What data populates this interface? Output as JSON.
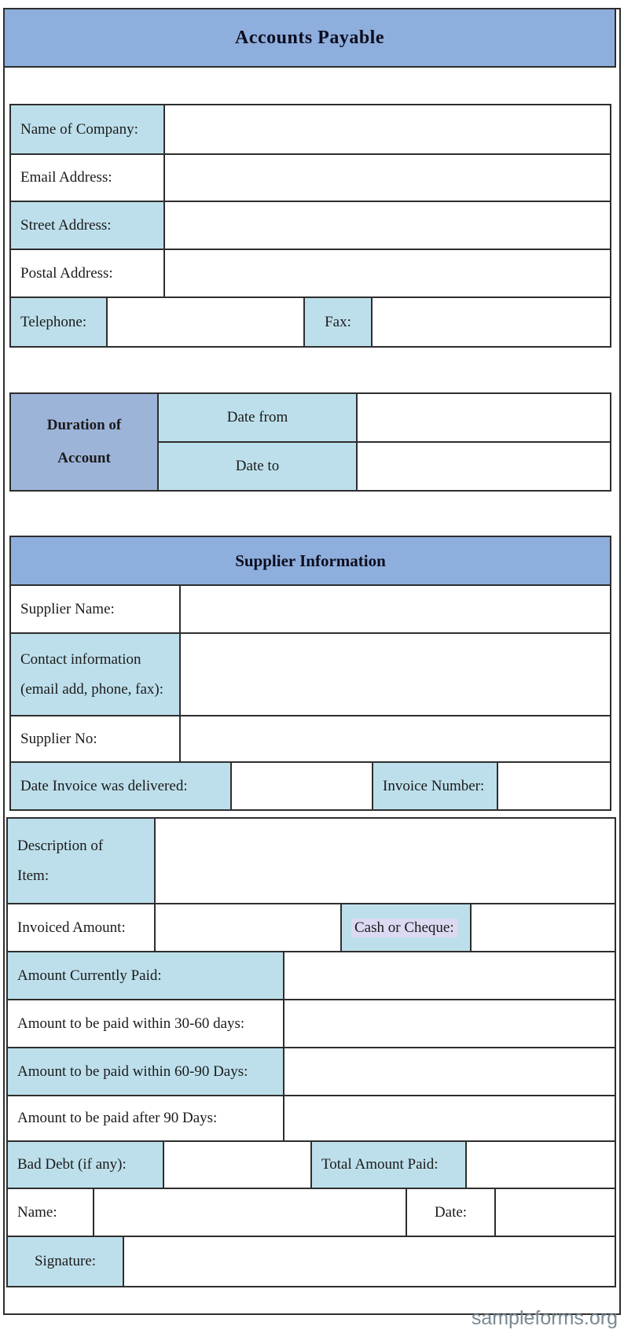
{
  "form_title": "Accounts Payable",
  "watermark": "sampleforms.org",
  "colors": {
    "title_bar_blue": "#8eafdd",
    "section_header_blue": "#8eafdd",
    "duration_cell_blue": "#9db4d9",
    "label_cell_blue": "#bddfeb",
    "cash_or_cheque_highlight": "#dcdaf2",
    "border_dark": "#2e2e2e",
    "watermark_gray": "#7a8a93"
  },
  "company_section": {
    "name_label": "Name of Company:",
    "email_label": "Email Address:",
    "street_label": "Street Address:",
    "postal_label": "Postal Address:",
    "telephone_label": "Telephone:",
    "fax_label": "Fax:",
    "values": {
      "name": "",
      "email": "",
      "street": "",
      "postal": "",
      "telephone": "",
      "fax": ""
    }
  },
  "duration_section": {
    "title_line1": "Duration of",
    "title_line2": "Account",
    "date_from_label": "Date from",
    "date_to_label": "Date to",
    "values": {
      "date_from": "",
      "date_to": ""
    }
  },
  "supplier_section": {
    "header": "Supplier Information",
    "name_label": "Supplier Name:",
    "contact_label_line1": "Contact information",
    "contact_label_line2": "(email add, phone, fax):",
    "number_label": "Supplier No:",
    "invoice_delivered_label": "Date Invoice was delivered:",
    "invoice_number_label": "Invoice Number:",
    "values": {
      "name": "",
      "contact": "",
      "number": "",
      "invoice_delivered": "",
      "invoice_number": ""
    }
  },
  "payment_section": {
    "description_label_line1": "Description of",
    "description_label_line2": "Item:",
    "invoiced_amount_label": "Invoiced Amount:",
    "cash_or_cheque_label": "Cash or Cheque:",
    "amount_currently_paid_label": "Amount Currently Paid:",
    "paid_30_60_label": "Amount to be paid within 30-60 days:",
    "paid_60_90_label": "Amount to be paid within 60-90 Days:",
    "paid_after_90_label": "Amount to be paid after 90 Days:",
    "bad_debt_label": "Bad Debt (if any):",
    "total_paid_label": "Total Amount Paid:",
    "name_label": "Name:",
    "date_label": "Date:",
    "signature_label": "Signature:",
    "values": {
      "description": "",
      "invoiced_amount": "",
      "cash_or_cheque": "",
      "amount_currently_paid": "",
      "paid_30_60": "",
      "paid_60_90": "",
      "paid_after_90": "",
      "bad_debt": "",
      "total_paid": "",
      "name": "",
      "date": "",
      "signature": ""
    }
  }
}
